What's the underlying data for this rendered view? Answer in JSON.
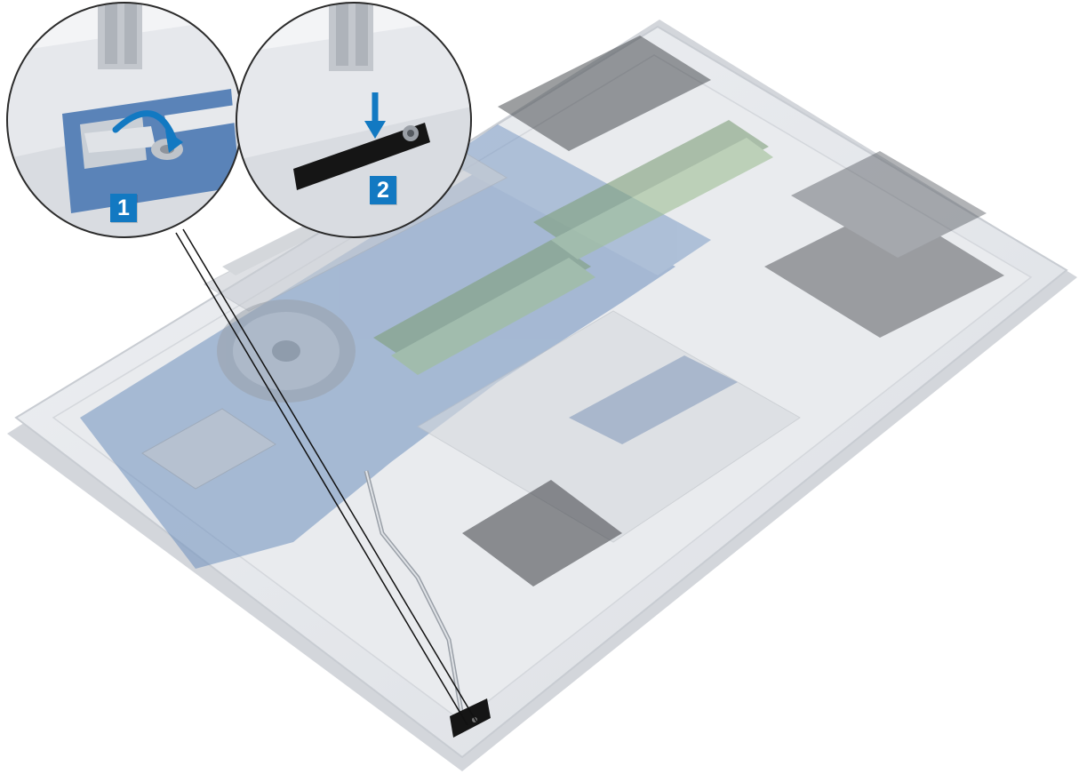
{
  "steps": [
    {
      "number": "1",
      "action": "peel-fold"
    },
    {
      "number": "2",
      "action": "press-down"
    }
  ],
  "colors": {
    "badge": "#1279c2",
    "arrow": "#1279c2",
    "board": "#3f6fa8",
    "chassis": "#e4e6ea",
    "ghost": "#dde0e4",
    "tape": "#151515",
    "leader": "#111111"
  },
  "icons": [
    "curved-arrow-icon",
    "down-arrow-icon"
  ]
}
